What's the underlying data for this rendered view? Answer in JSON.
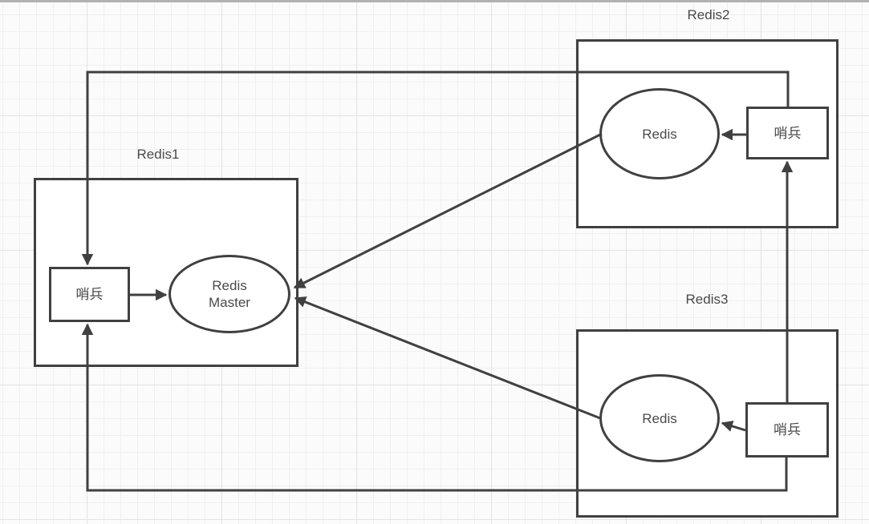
{
  "groups": [
    {
      "id": "redis1",
      "label": "Redis1"
    },
    {
      "id": "redis2",
      "label": "Redis2"
    },
    {
      "id": "redis3",
      "label": "Redis3"
    }
  ],
  "nodes": [
    {
      "id": "redis1-sentinel",
      "shape": "rect",
      "label": "哨兵"
    },
    {
      "id": "redis-master",
      "shape": "ellipse",
      "label": "Redis Master",
      "label_lines": [
        "Redis",
        "Master"
      ]
    },
    {
      "id": "redis2-node",
      "shape": "ellipse",
      "label": "Redis"
    },
    {
      "id": "redis2-sentinel",
      "shape": "rect",
      "label": "哨兵"
    },
    {
      "id": "redis3-node",
      "shape": "ellipse",
      "label": "Redis"
    },
    {
      "id": "redis3-sentinel",
      "shape": "rect",
      "label": "哨兵"
    }
  ],
  "connectors": [
    {
      "from": "redis1-sentinel",
      "to": "redis-master",
      "route": "straight"
    },
    {
      "from": "redis2-sentinel",
      "to": "redis2-node",
      "route": "straight"
    },
    {
      "from": "redis3-sentinel",
      "to": "redis3-node",
      "route": "straight"
    },
    {
      "from": "redis2-node",
      "to": "redis-master",
      "route": "straight"
    },
    {
      "from": "redis3-node",
      "to": "redis-master",
      "route": "straight"
    },
    {
      "from": "redis2-sentinel",
      "to": "redis1-sentinel",
      "route": "orthogonal-top"
    },
    {
      "from": "redis3-sentinel",
      "to": "redis1-sentinel",
      "route": "orthogonal-bottom"
    },
    {
      "from": "redis3-sentinel",
      "to": "redis2-sentinel",
      "route": "vertical"
    }
  ],
  "colors": {
    "line": "#404040",
    "text": "#4a4a4a",
    "shape_fill": "#ffffff",
    "canvas_bg": "#fbfbfb",
    "grid_minor": "#f0f0f0",
    "grid_major": "#e3e3e3",
    "window_edge": "#b1b1b1"
  }
}
